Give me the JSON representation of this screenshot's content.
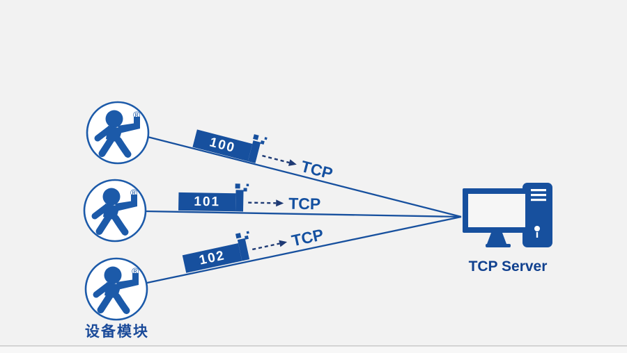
{
  "diagram_title": "devices-to-tcp-server-topology",
  "colors": {
    "page_background": "#f2f2f2",
    "primary_blue": "#17509e",
    "mascot_blue": "#1c5aa9",
    "dash_navy": "#1e3a74",
    "tcp_text_blue": "#1450a0",
    "label_navy": "#11418f",
    "screen_gray": "#f6f6f6",
    "footer_line": "#c9c9c9"
  },
  "devices": {
    "group_label": "设备模块",
    "registered_mark": "®",
    "count": 3
  },
  "flows": [
    {
      "packet_label": "100",
      "protocol_label": "TCP"
    },
    {
      "packet_label": "101",
      "protocol_label": "TCP"
    },
    {
      "packet_label": "102",
      "protocol_label": "TCP"
    }
  ],
  "server": {
    "label": "TCP Server"
  }
}
